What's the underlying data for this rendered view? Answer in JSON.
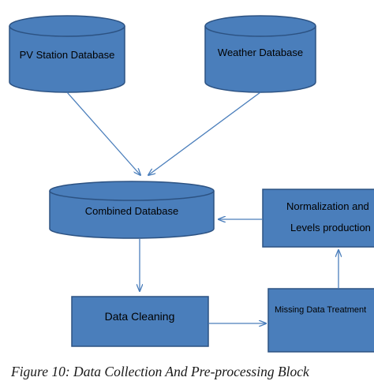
{
  "diagram": {
    "nodes": {
      "pv_station_database": "PV Station Database",
      "weather_database": "Weather Database",
      "combined_database": "Combined Database",
      "data_cleaning": "Data Cleaning",
      "missing_data_treatment": "Missing Data Treatment",
      "normalization_line1": "Normalization and",
      "normalization_line2": "Levels production"
    },
    "edges": [
      {
        "from": "PV Station Database",
        "to": "Combined Database"
      },
      {
        "from": "Weather Database",
        "to": "Combined Database"
      },
      {
        "from": "Combined Database",
        "to": "Data Cleaning"
      },
      {
        "from": "Data Cleaning",
        "to": "Missing Data Treatment"
      },
      {
        "from": "Missing Data Treatment",
        "to": "Normalization and Levels production"
      },
      {
        "from": "Normalization and Levels production",
        "to": "Combined Database"
      }
    ],
    "colors": {
      "fill": "#4a7ebb",
      "stroke": "#2c5282",
      "arrow": "#4a7ebb",
      "text": "#000000"
    }
  },
  "caption": "Figure 10: Data Collection And Pre-processing Block"
}
